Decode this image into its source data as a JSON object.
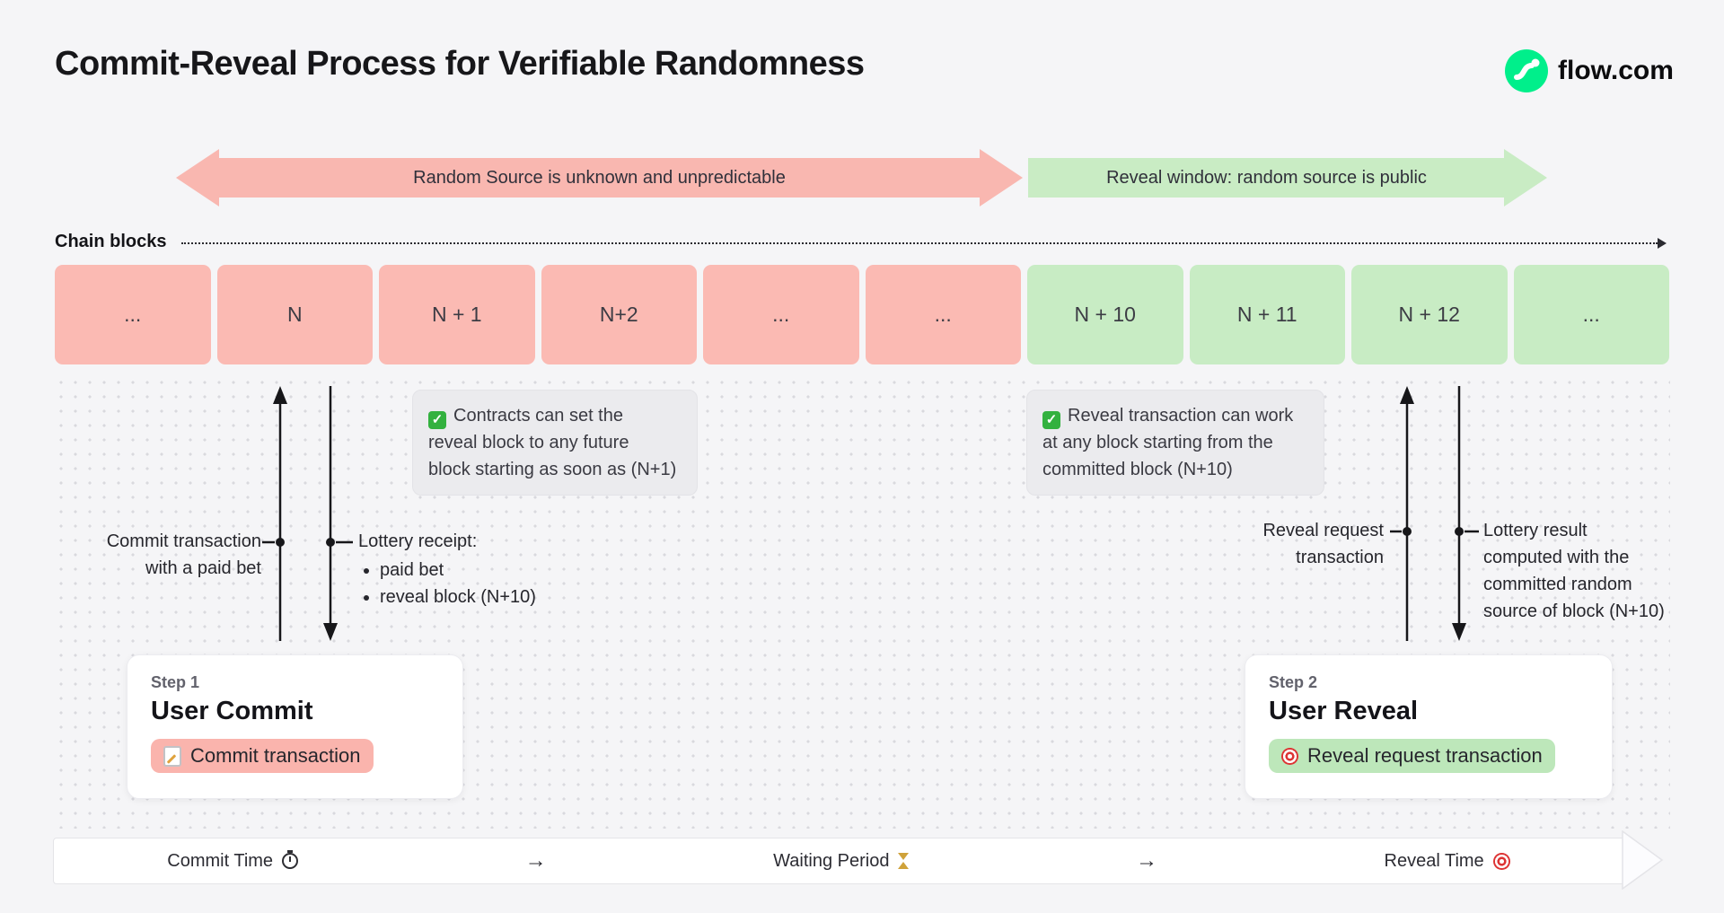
{
  "header": {
    "title": "Commit-Reveal Process for Verifiable Randomness",
    "logo_text": "flow.com"
  },
  "banners": {
    "red_label": "Random Source is unknown and unpredictable",
    "green_label": "Reveal window: random source is public"
  },
  "chain": {
    "label": "Chain blocks",
    "blocks": [
      {
        "label": "...",
        "color": "pink"
      },
      {
        "label": "N",
        "color": "pink"
      },
      {
        "label": "N + 1",
        "color": "pink"
      },
      {
        "label": "N+2",
        "color": "pink"
      },
      {
        "label": "...",
        "color": "pink"
      },
      {
        "label": "...",
        "color": "pink"
      },
      {
        "label": "N + 10",
        "color": "green"
      },
      {
        "label": "N + 11",
        "color": "green"
      },
      {
        "label": "N + 12",
        "color": "green"
      },
      {
        "label": "...",
        "color": "green"
      }
    ]
  },
  "notes": {
    "left": {
      "lines": [
        "Contracts can set the",
        "reveal block to any future",
        "block starting as soon as (N+1)"
      ]
    },
    "right": {
      "lines": [
        "Reveal transaction can work",
        "at any block starting from the",
        "committed block (N+10)"
      ]
    }
  },
  "annotations": {
    "commit_lines": [
      "Commit transaction",
      "with a paid bet"
    ],
    "receipt_title": "Lottery receipt:",
    "receipt_items": [
      "paid bet",
      "reveal block (N+10)"
    ],
    "reveal_lines": [
      "Reveal request",
      "transaction"
    ],
    "result_lines": [
      "Lottery result",
      "computed with the",
      "committed random",
      "source of block (N+10)"
    ]
  },
  "steps": {
    "one": {
      "label": "Step 1",
      "title": "User Commit",
      "button": "Commit transaction"
    },
    "two": {
      "label": "Step 2",
      "title": "User Reveal",
      "button": "Reveal request transaction"
    }
  },
  "timeline": {
    "items": [
      "Commit Time",
      "Waiting Period",
      "Reveal Time"
    ],
    "arrow": "→"
  },
  "icons": {
    "check": "✓"
  },
  "colors": {
    "background": "#f5f5f7",
    "pink": "#fbbab3",
    "green": "#c8ecc4",
    "brand_green": "#00ef8b",
    "button_pink": "#fab4ad",
    "button_green": "#bde7ba"
  }
}
